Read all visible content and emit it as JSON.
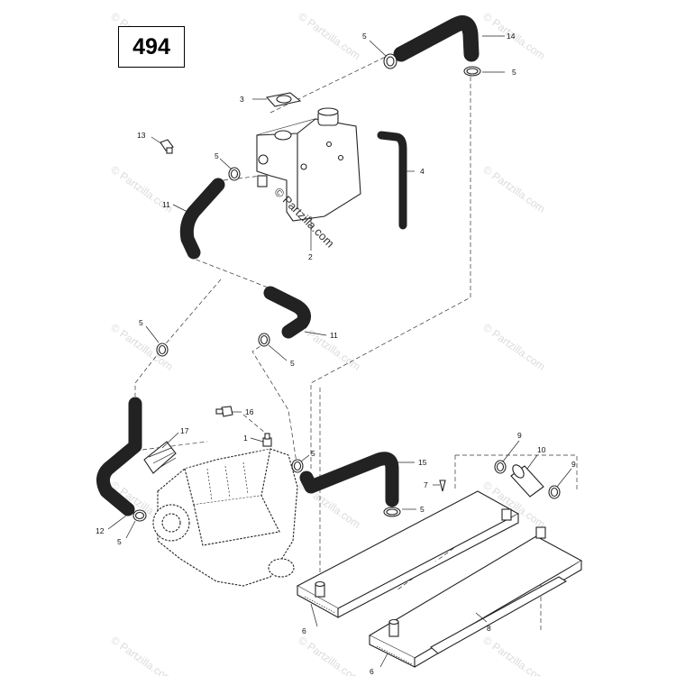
{
  "page_ref": "494",
  "watermark": "© Partzilla.com",
  "center_watermark": "© Partzilla.com",
  "callouts": {
    "c1": "1",
    "c2": "2",
    "c3": "3",
    "c4": "4",
    "c5": "5",
    "c6": "6",
    "c7": "7",
    "c8": "8",
    "c9": "9",
    "c10": "10",
    "c11": "11",
    "c12": "12",
    "c13": "13",
    "c14": "14",
    "c15": "15",
    "c16": "16",
    "c17": "17"
  }
}
